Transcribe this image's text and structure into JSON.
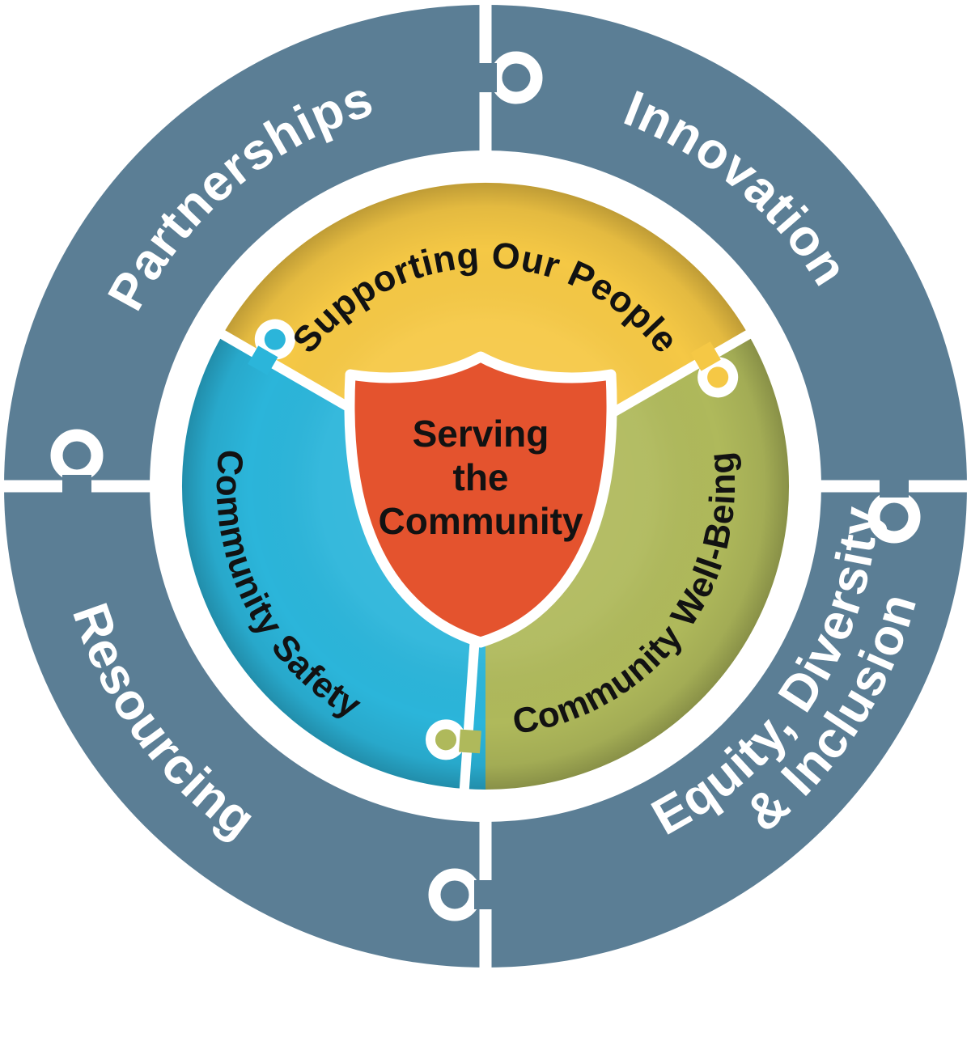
{
  "diagram": {
    "type": "circular-puzzle-diagram",
    "center_shield": {
      "line1": "Serving",
      "line2": "the",
      "line3": "Community"
    },
    "inner_circle": {
      "segments": [
        {
          "label": "Supporting Our People",
          "color": "#F5C845"
        },
        {
          "label": "Community Well-Being",
          "color": "#AFB95B"
        },
        {
          "label": "Community Safety",
          "color": "#2BB5DA"
        }
      ]
    },
    "outer_ring": {
      "quadrants": [
        {
          "label": "Partnerships"
        },
        {
          "label": "Innovation"
        },
        {
          "label_line1": "Equity, Diversity",
          "label_line2": "& Inclusion"
        },
        {
          "label": "Resourcing"
        }
      ]
    }
  },
  "colors": {
    "outer_ring": "#5B7E95",
    "yellow": "#F5C845",
    "blue": "#2BB5DA",
    "green": "#AFB95B",
    "orange": "#E4532E",
    "divider_white": "#FFFFFF",
    "text_light": "#FFFFFF",
    "text_dark": "#121212"
  }
}
